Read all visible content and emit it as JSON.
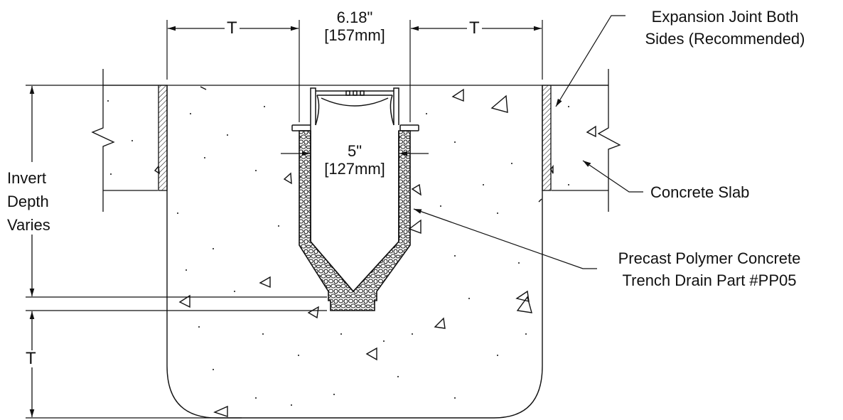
{
  "labels": {
    "channel_width_in": "6.18\"",
    "channel_width_mm": "[157mm]",
    "inner_width_in": "5\"",
    "inner_width_mm": "[127mm]",
    "side_thickness_left": "T",
    "side_thickness_right": "T",
    "bottom_thickness": "T",
    "expansion_joint_line1": "Expansion Joint Both",
    "expansion_joint_line2": "Sides (Recommended)",
    "concrete_slab": "Concrete Slab",
    "invert_line1": "Invert",
    "invert_line2": "Depth",
    "invert_line3": "Varies",
    "drain_line1": "Precast Polymer Concrete",
    "drain_line2": "Trench Drain Part #PP05"
  },
  "colors": {
    "line": "#111111",
    "background": "#ffffff"
  }
}
